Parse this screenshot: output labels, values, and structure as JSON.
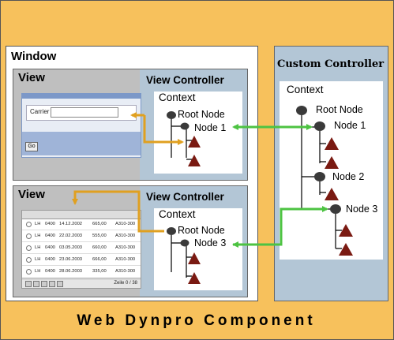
{
  "window": {
    "title": "Window"
  },
  "view1": {
    "title": "View",
    "controller_title": "View Controller",
    "context_label": "Context",
    "nodes": [
      "Root Node",
      "Node 1"
    ],
    "screenshot": {
      "field_label": "Carrier",
      "button_label": "Go"
    }
  },
  "view2": {
    "title": "View",
    "controller_title": "View Controller",
    "context_label": "Context",
    "nodes": [
      "Root Node",
      "Node 3"
    ],
    "screenshot": {
      "rows": [
        [
          "LH",
          "0400",
          "14.12.2002",
          "665,00",
          "A310-300"
        ],
        [
          "LH",
          "0400",
          "22.02.2003",
          "555,00",
          "A310-300"
        ],
        [
          "LH",
          "0400",
          "03.05.2003",
          "660,00",
          "A310-300"
        ],
        [
          "LH",
          "0400",
          "23.06.2003",
          "666,00",
          "A310-300"
        ],
        [
          "LH",
          "0400",
          "28.06.2003",
          "335,00",
          "A310-300"
        ]
      ],
      "pager": "Zeile 0 / 38"
    }
  },
  "custom_controller": {
    "title": "Custom Controller",
    "context_label": "Context",
    "nodes": [
      "Root Node",
      "Node 1",
      "Node 2",
      "Node 3"
    ]
  },
  "component": {
    "title": "Web Dynpro Component"
  },
  "colors": {
    "background": "#f7c15c",
    "controller_panel": "#b3c6d6",
    "mapping_arrow": "#4dc342",
    "binding_arrow": "#e0a020",
    "attribute_triangle": "#7a1a12",
    "node_circle": "#3a3a3a"
  }
}
